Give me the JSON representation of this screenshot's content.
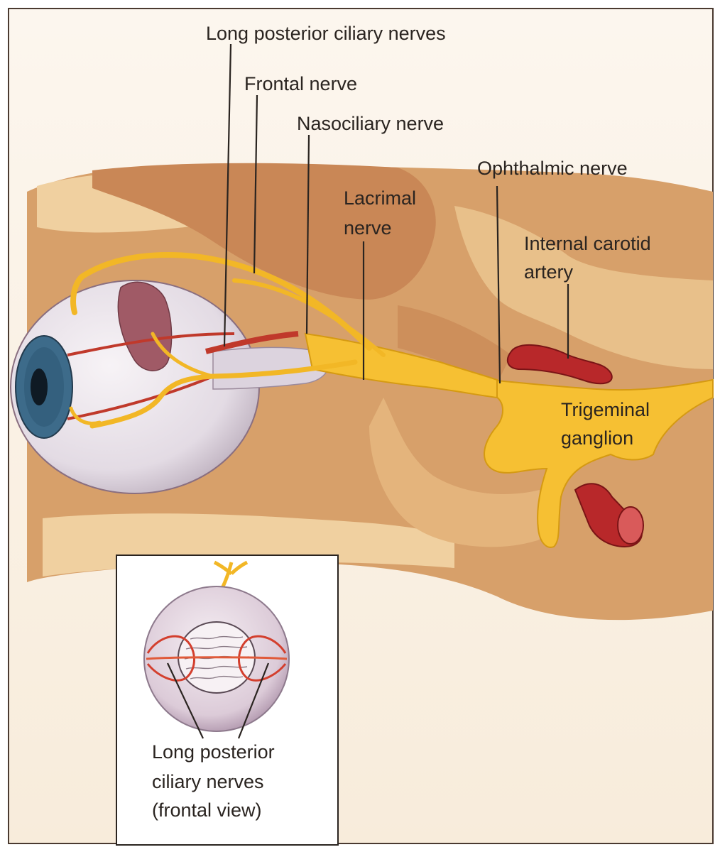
{
  "labels": {
    "long_posterior_ciliary_nerves": "Long posterior ciliary nerves",
    "frontal_nerve": "Frontal nerve",
    "nasociliary_nerve": "Nasociliary nerve",
    "ophthalmic_nerve": "Ophthalmic nerve",
    "lacrimal_nerve_line1": "Lacrimal",
    "lacrimal_nerve_line2": "nerve",
    "internal_carotid_line1": "Internal carotid",
    "internal_carotid_line2": "artery",
    "trigeminal_line1": "Trigeminal",
    "trigeminal_line2": "ganglion"
  },
  "inset": {
    "caption_line1": "Long posterior",
    "caption_line2": "ciliary nerves",
    "caption_line3": "(frontal view)"
  },
  "colors": {
    "background": "#fbf3e6",
    "bone": "#f0d3a6",
    "tissue": "#d9a36d",
    "muscle": "#c68a5c",
    "nerve": "#f6c033",
    "artery": "#b8282a",
    "eyeball": "#ece6ec",
    "iris": "#34607e"
  }
}
